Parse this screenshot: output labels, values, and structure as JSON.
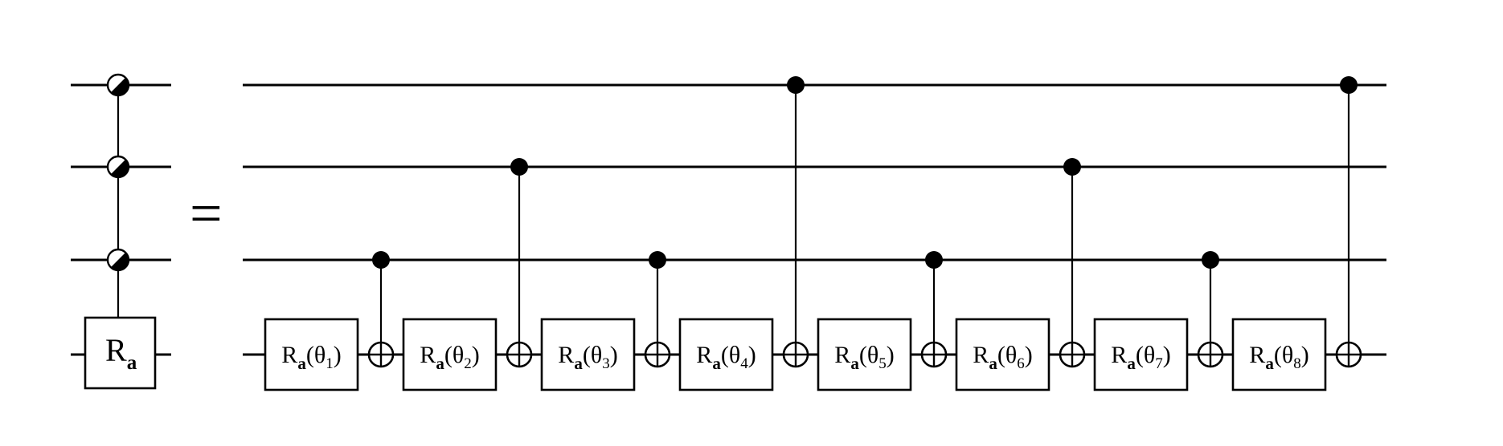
{
  "diagram": {
    "equals_sign": "=",
    "left_circuit": {
      "gate": {
        "symbol": "R",
        "subscript": "a"
      },
      "control_qubits": 3
    },
    "right_circuit": {
      "gates": [
        {
          "symbol": "R",
          "subscript": "a",
          "open": "(",
          "theta": "θ",
          "index": "1",
          "close": ")"
        },
        {
          "symbol": "R",
          "subscript": "a",
          "open": "(",
          "theta": "θ",
          "index": "2",
          "close": ")"
        },
        {
          "symbol": "R",
          "subscript": "a",
          "open": "(",
          "theta": "θ",
          "index": "3",
          "close": ")"
        },
        {
          "symbol": "R",
          "subscript": "a",
          "open": "(",
          "theta": "θ",
          "index": "4",
          "close": ")"
        },
        {
          "symbol": "R",
          "subscript": "a",
          "open": "(",
          "theta": "θ",
          "index": "5",
          "close": ")"
        },
        {
          "symbol": "R",
          "subscript": "a",
          "open": "(",
          "theta": "θ",
          "index": "6",
          "close": ")"
        },
        {
          "symbol": "R",
          "subscript": "a",
          "open": "(",
          "theta": "θ",
          "index": "7",
          "close": ")"
        },
        {
          "symbol": "R",
          "subscript": "a",
          "open": "(",
          "theta": "θ",
          "index": "8",
          "close": ")"
        }
      ],
      "cnot_control_wires": [
        3,
        2,
        3,
        1,
        3,
        2,
        3,
        1
      ]
    }
  }
}
